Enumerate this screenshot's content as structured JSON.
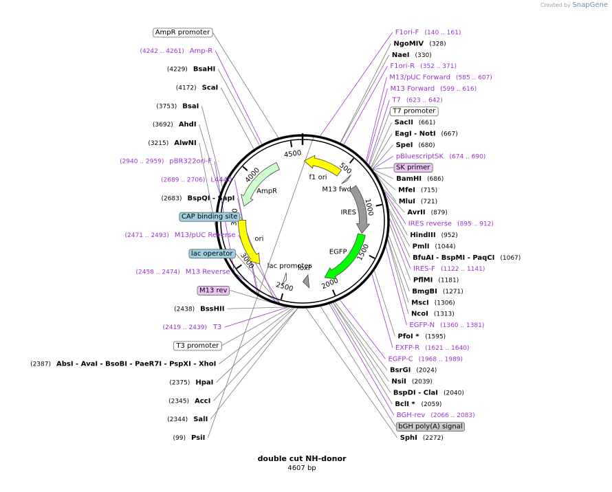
{
  "credit": {
    "prefix": "Created by",
    "brand": "SnapGene"
  },
  "map": {
    "name": "double cut NH-donor",
    "length_label": "4607 bp",
    "length": 4607,
    "tick_labels": [
      "500",
      "1000",
      "1500",
      "2000",
      "2500",
      "3000",
      "3500",
      "4000",
      "4500"
    ]
  },
  "labels": [
    {
      "id": "psi",
      "text": "PsiI",
      "coord": "(99)",
      "side": "left",
      "pos": 99,
      "type": "enzyme"
    },
    {
      "id": "f1ori-f",
      "text": "F1ori-F",
      "coord": "(140 .. 161)",
      "side": "right",
      "pos": 150,
      "type": "primer"
    },
    {
      "id": "ngomiv",
      "text": "NgoMIV",
      "coord": "(328)",
      "side": "right",
      "pos": 328,
      "type": "enzyme"
    },
    {
      "id": "naei",
      "text": "NaeI",
      "coord": "(330)",
      "side": "right",
      "pos": 330,
      "type": "enzyme"
    },
    {
      "id": "f1ori-r",
      "text": "F1ori-R",
      "coord": "(352 .. 371)",
      "side": "right",
      "pos": 361,
      "type": "primer"
    },
    {
      "id": "m13puc-fwd",
      "text": "M13/pUC Forward",
      "coord": "(585 .. 607)",
      "side": "right",
      "pos": 596,
      "type": "primer"
    },
    {
      "id": "m13-fwd",
      "text": "M13 Forward",
      "coord": "(599 .. 616)",
      "side": "right",
      "pos": 607,
      "type": "primer"
    },
    {
      "id": "t7",
      "text": "T7",
      "coord": "(623 .. 642)",
      "side": "right",
      "pos": 632,
      "type": "primer"
    },
    {
      "id": "t7-promoter",
      "text": "T7 promoter",
      "coord": "",
      "side": "right",
      "pos": 640,
      "type": "feature-box"
    },
    {
      "id": "sacii",
      "text": "SacII",
      "coord": "(661)",
      "side": "right",
      "pos": 661,
      "type": "enzyme"
    },
    {
      "id": "eagi-noti",
      "text": "EagI - NotI",
      "coord": "(667)",
      "side": "right",
      "pos": 667,
      "type": "enzyme"
    },
    {
      "id": "pbluescriptsk",
      "text": "pBluescriptSK",
      "coord": "(674 .. 690)",
      "side": "right",
      "pos": 682,
      "type": "primer"
    },
    {
      "id": "spei",
      "text": "SpeI",
      "coord": "(680)",
      "side": "right",
      "pos": 680,
      "type": "enzyme"
    },
    {
      "id": "sk-primer",
      "text": "SK primer",
      "coord": "",
      "side": "right",
      "pos": 684,
      "type": "primer-box"
    },
    {
      "id": "bamhi",
      "text": "BamHI",
      "coord": "(686)",
      "side": "right",
      "pos": 686,
      "type": "enzyme"
    },
    {
      "id": "mfei",
      "text": "MfeI",
      "coord": "(715)",
      "side": "right",
      "pos": 715,
      "type": "enzyme"
    },
    {
      "id": "mlui",
      "text": "MluI",
      "coord": "(721)",
      "side": "right",
      "pos": 721,
      "type": "enzyme"
    },
    {
      "id": "avrii",
      "text": "AvrII",
      "coord": "(879)",
      "side": "right",
      "pos": 879,
      "type": "enzyme"
    },
    {
      "id": "ires-rev",
      "text": "IRES reverse",
      "coord": "(895 .. 912)",
      "side": "right",
      "pos": 903,
      "type": "primer"
    },
    {
      "id": "hindiii",
      "text": "HindIII",
      "coord": "(952)",
      "side": "right",
      "pos": 952,
      "type": "enzyme"
    },
    {
      "id": "pmli",
      "text": "PmlI",
      "coord": "(1044)",
      "side": "right",
      "pos": 1044,
      "type": "enzyme"
    },
    {
      "id": "bfuai",
      "text": "BfuAI - BspMI - PaqCI",
      "coord": "(1067)",
      "side": "right",
      "pos": 1067,
      "type": "enzyme"
    },
    {
      "id": "ires-f",
      "text": "IRES-F",
      "coord": "(1122 .. 1141)",
      "side": "right",
      "pos": 1131,
      "type": "primer"
    },
    {
      "id": "pflmi",
      "text": "PflMI",
      "coord": "(1181)",
      "side": "right",
      "pos": 1181,
      "type": "enzyme"
    },
    {
      "id": "bmgbi",
      "text": "BmgBI",
      "coord": "(1271)",
      "side": "right",
      "pos": 1271,
      "type": "enzyme"
    },
    {
      "id": "msci",
      "text": "MscI",
      "coord": "(1306)",
      "side": "right",
      "pos": 1306,
      "type": "enzyme"
    },
    {
      "id": "ncoi",
      "text": "NcoI",
      "coord": "(1313)",
      "side": "right",
      "pos": 1313,
      "type": "enzyme"
    },
    {
      "id": "egfp-n",
      "text": "EGFP-N",
      "coord": "(1360 .. 1381)",
      "side": "right",
      "pos": 1370,
      "type": "primer"
    },
    {
      "id": "pfoi",
      "text": "PfoI *",
      "coord": "(1595)",
      "side": "right",
      "pos": 1595,
      "type": "enzyme"
    },
    {
      "id": "exfp-r",
      "text": "EXFP-R",
      "coord": "(1621 .. 1640)",
      "side": "right",
      "pos": 1630,
      "type": "primer"
    },
    {
      "id": "egfp-c",
      "text": "EGFP-C",
      "coord": "(1968 .. 1989)",
      "side": "right",
      "pos": 1978,
      "type": "primer"
    },
    {
      "id": "bsrgi",
      "text": "BsrGI",
      "coord": "(2024)",
      "side": "right",
      "pos": 2024,
      "type": "enzyme"
    },
    {
      "id": "nsii",
      "text": "NsiI",
      "coord": "(2039)",
      "side": "right",
      "pos": 2039,
      "type": "enzyme"
    },
    {
      "id": "bspdi",
      "text": "BspDI - ClaI",
      "coord": "(2040)",
      "side": "right",
      "pos": 2040,
      "type": "enzyme"
    },
    {
      "id": "bcli",
      "text": "BclI *",
      "coord": "(2059)",
      "side": "right",
      "pos": 2059,
      "type": "enzyme"
    },
    {
      "id": "bgh-rev",
      "text": "BGH-rev",
      "coord": "(2066 .. 2083)",
      "side": "right",
      "pos": 2074,
      "type": "primer"
    },
    {
      "id": "bgh-polya",
      "text": "bGH poly(A) signal",
      "coord": "",
      "side": "right",
      "pos": 2150,
      "type": "feature-box-gray"
    },
    {
      "id": "sphi",
      "text": "SphI",
      "coord": "(2272)",
      "side": "right",
      "pos": 2272,
      "type": "enzyme"
    },
    {
      "id": "sali",
      "text": "SalI",
      "coord": "(2344)",
      "side": "left",
      "pos": 2344,
      "type": "enzyme"
    },
    {
      "id": "acci",
      "text": "AccI",
      "coord": "(2345)",
      "side": "left",
      "pos": 2345,
      "type": "enzyme"
    },
    {
      "id": "hpai",
      "text": "HpaI",
      "coord": "(2375)",
      "side": "left",
      "pos": 2375,
      "type": "enzyme"
    },
    {
      "id": "absi",
      "text": "AbsI - AvaI - BsoBI - PaeR7I - PspXI - XhoI",
      "coord": "(2387)",
      "side": "left",
      "pos": 2387,
      "type": "enzyme"
    },
    {
      "id": "t3-promoter",
      "text": "T3 promoter",
      "coord": "",
      "side": "left",
      "pos": 2410,
      "type": "feature-box"
    },
    {
      "id": "bsshii",
      "text": "BssHII",
      "coord": "(2438)",
      "side": "left",
      "pos": 2438,
      "type": "enzyme"
    },
    {
      "id": "t3",
      "text": "T3",
      "coord": "(2419 .. 2439)",
      "side": "left",
      "pos": 2429,
      "type": "primer"
    },
    {
      "id": "m13-rev",
      "text": "M13 rev",
      "coord": "",
      "side": "left",
      "pos": 2450,
      "type": "primer-box"
    },
    {
      "id": "m13-reverse",
      "text": "M13 Reverse",
      "coord": "(2458 .. 2474)",
      "side": "left",
      "pos": 2466,
      "type": "primer"
    },
    {
      "id": "lac-operator",
      "text": "lac operator",
      "coord": "",
      "side": "left",
      "pos": 2478,
      "type": "feature-box-blue"
    },
    {
      "id": "m13puc-rev",
      "text": "M13/pUC Reverse",
      "coord": "(2471 .. 2493)",
      "side": "left",
      "pos": 2482,
      "type": "primer"
    },
    {
      "id": "cap",
      "text": "CAP binding site",
      "coord": "",
      "side": "left",
      "pos": 2530,
      "type": "feature-box-blue"
    },
    {
      "id": "bspqi",
      "text": "BspQI - SapI",
      "coord": "(2683)",
      "side": "left",
      "pos": 2683,
      "type": "enzyme"
    },
    {
      "id": "l4440",
      "text": "L4440",
      "coord": "(2689 .. 2706)",
      "side": "left",
      "pos": 2697,
      "type": "primer"
    },
    {
      "id": "pbr322ori",
      "text": "pBR322ori-F",
      "coord": "(2940 .. 2959)",
      "side": "left",
      "pos": 2950,
      "type": "primer"
    },
    {
      "id": "alwni",
      "text": "AlwNI",
      "coord": "(3215)",
      "side": "left",
      "pos": 3215,
      "type": "enzyme"
    },
    {
      "id": "ahdi",
      "text": "AhdI",
      "coord": "(3692)",
      "side": "left",
      "pos": 3692,
      "type": "enzyme"
    },
    {
      "id": "bsai",
      "text": "BsaI",
      "coord": "(3753)",
      "side": "left",
      "pos": 3753,
      "type": "enzyme"
    },
    {
      "id": "scai",
      "text": "ScaI",
      "coord": "(4172)",
      "side": "left",
      "pos": 4172,
      "type": "enzyme"
    },
    {
      "id": "bsahi",
      "text": "BsaHI",
      "coord": "(4229)",
      "side": "left",
      "pos": 4229,
      "type": "enzyme"
    },
    {
      "id": "amp-r",
      "text": "Amp-R",
      "coord": "(4242 .. 4261)",
      "side": "left",
      "pos": 4251,
      "type": "primer"
    },
    {
      "id": "ampr-promoter",
      "text": "AmpR promoter",
      "coord": "",
      "side": "left",
      "pos": 4400,
      "type": "feature-box"
    }
  ],
  "features": [
    {
      "id": "f1-ori",
      "text": "f1 ori",
      "start": 20,
      "end": 476,
      "color": "#ffff00",
      "dir": -1
    },
    {
      "id": "m13-fwd-feat",
      "text": "M13 fwd",
      "start": 590,
      "end": 610,
      "color": "#d4d4d4",
      "dir": 1
    },
    {
      "id": "ires",
      "text": "IRES",
      "start": 720,
      "end": 1300,
      "color": "#999999",
      "dir": 1
    },
    {
      "id": "egfp",
      "text": "EGFP",
      "start": 1313,
      "end": 2030,
      "color": "#00ff00",
      "dir": 1
    },
    {
      "id": "loxp",
      "text": "loxP",
      "start": 2230,
      "end": 2300,
      "color": "#999999",
      "dir": 1
    },
    {
      "id": "lac-promoter",
      "text": "lac promoter",
      "start": 2500,
      "end": 2530,
      "color": "#ffffff",
      "dir": -1
    },
    {
      "id": "ori",
      "text": "ori",
      "start": 2880,
      "end": 3469,
      "color": "#ffff00",
      "dir": -1
    },
    {
      "id": "ampr",
      "text": "AmpR",
      "start": 3640,
      "end": 4300,
      "color": "#ccffcc",
      "dir": -1
    }
  ]
}
